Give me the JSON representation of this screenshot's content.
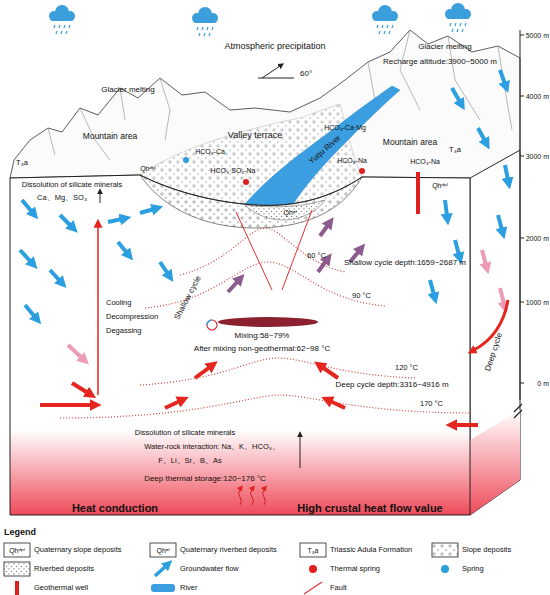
{
  "diagram": {
    "labels": [
      "Atmospheric precipitation",
      "60°",
      "Recharge altitude:3900~5000 m",
      "Glacier melting",
      "Glacier melting",
      "Mountain area",
      "Valley terrace",
      "Mountain area",
      "HCO₃-Ca·Mg",
      "HCO₃-Ca",
      "HCO₃·SO₄-Na",
      "Yuqu River",
      "HCO₃-Na",
      "HCO₃-Na",
      "T₃a",
      "Qhᵈᵖˡ",
      "Qhᵃˡ",
      "Qhᵈᵖˡ",
      "T₃a",
      "Dissolution of silicate minerals",
      "Ca、Mg、SO₄",
      "60 °C",
      "Shallow cycle depth:1659~2687 m",
      "Cooling",
      "Decompression",
      "Degassing",
      "Shallow cycle",
      "90 °C",
      "Mixing:58~79%",
      "After mixing non-geothermal:62~98 °C",
      "120 °C",
      "Deep cycle",
      "Deep cycle depth:3316~4916 m",
      "Dissolution of silicate minerals",
      "Water-rock interaction: Na、K、HCO₃、",
      "F、Li、Sr、B、As",
      "170 °C",
      "Deep thermal storage:120~176 °C",
      "Heat conduction",
      "High crustal heat flow value",
      "5000 m",
      "4000 m",
      "3000 m",
      "2000 m",
      "1000 m",
      "0 m",
      "Legend",
      "Qhᵈᵖˡ",
      "Qhᵃˡ",
      "T₃a"
    ],
    "legend": [
      {
        "text": "Quaternary slope deposits"
      },
      {
        "text": "Quaternary riverbed deposits"
      },
      {
        "text": "Triassic Adula Formation"
      },
      {
        "text": "Slope deposits"
      },
      {
        "text": "Riverbed deposits"
      },
      {
        "text": "Groundwater flow"
      },
      {
        "text": "Thermal spring",
        "color": "#e02020"
      },
      {
        "text": "Spring",
        "color": "#2a9fd8"
      },
      {
        "text": "Geothermal well",
        "color": "#e02020"
      },
      {
        "text": "River",
        "color": "#3a9ee0"
      },
      {
        "text": "Fault"
      }
    ]
  }
}
